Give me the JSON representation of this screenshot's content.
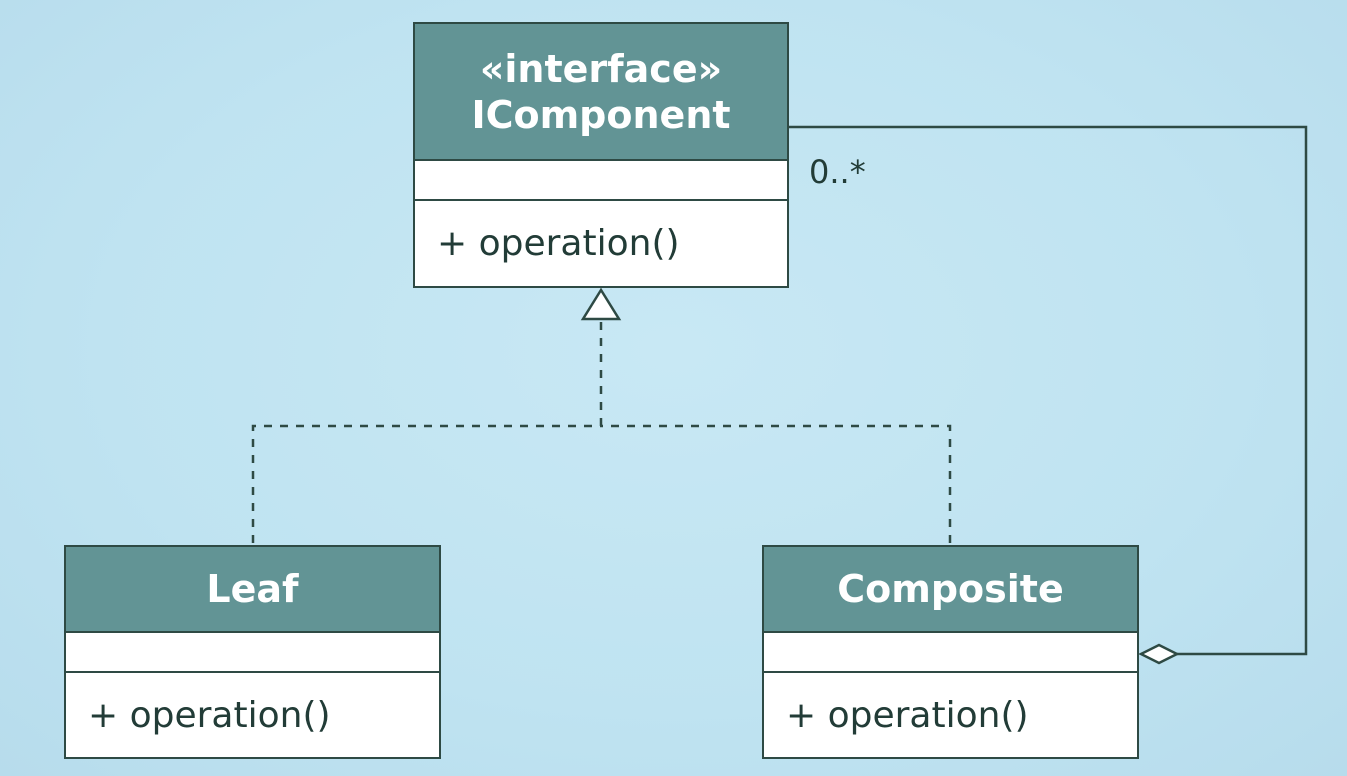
{
  "diagram": {
    "classes": [
      {
        "id": "icomponent",
        "stereotype": "«interface»",
        "name": "IComponent",
        "operations": [
          "+ operation()"
        ]
      },
      {
        "id": "leaf",
        "name": "Leaf",
        "operations": [
          "+ operation()"
        ]
      },
      {
        "id": "composite",
        "name": "Composite",
        "operations": [
          "+ operation()"
        ]
      }
    ],
    "relations": [
      {
        "type": "realization",
        "from": "leaf",
        "to": "icomponent"
      },
      {
        "type": "realization",
        "from": "composite",
        "to": "icomponent"
      },
      {
        "type": "aggregation",
        "from": "composite",
        "to": "icomponent",
        "multiplicity": "0..*"
      }
    ]
  },
  "colors": {
    "header": "#629495",
    "line": "#2e4a44",
    "background": "#c0e4f2"
  }
}
